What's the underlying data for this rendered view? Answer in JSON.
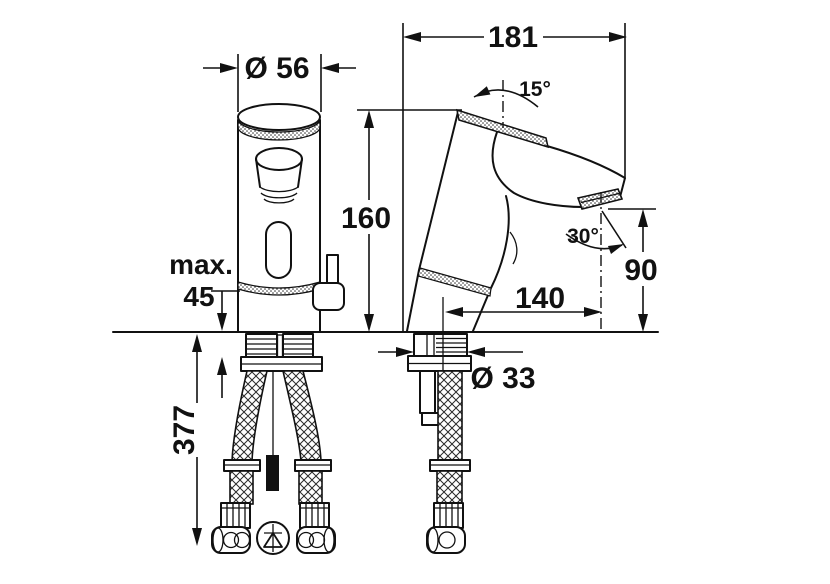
{
  "drawing": {
    "type": "technical-dimension-drawing",
    "subject": "sensor basin faucet, front and side elevation with flexible connection hoses",
    "colors": {
      "line": "#111111",
      "background": "#ffffff",
      "shading": "#555555"
    },
    "front_view": {
      "diameter_label": "Ø 56",
      "max_deck_label_line1": "max.",
      "max_deck_label_line2": "45",
      "hose_length_label": "377"
    },
    "side_view": {
      "overall_width_label": "181",
      "body_tilt_angle_label": "15°",
      "body_height_label": "160",
      "spout_angle_label": "30°",
      "spout_height_label": "90",
      "spout_reach_label": "140",
      "shank_diameter_label": "Ø 33"
    },
    "symbols": {
      "check_valve": "check-valve-symbol"
    }
  }
}
